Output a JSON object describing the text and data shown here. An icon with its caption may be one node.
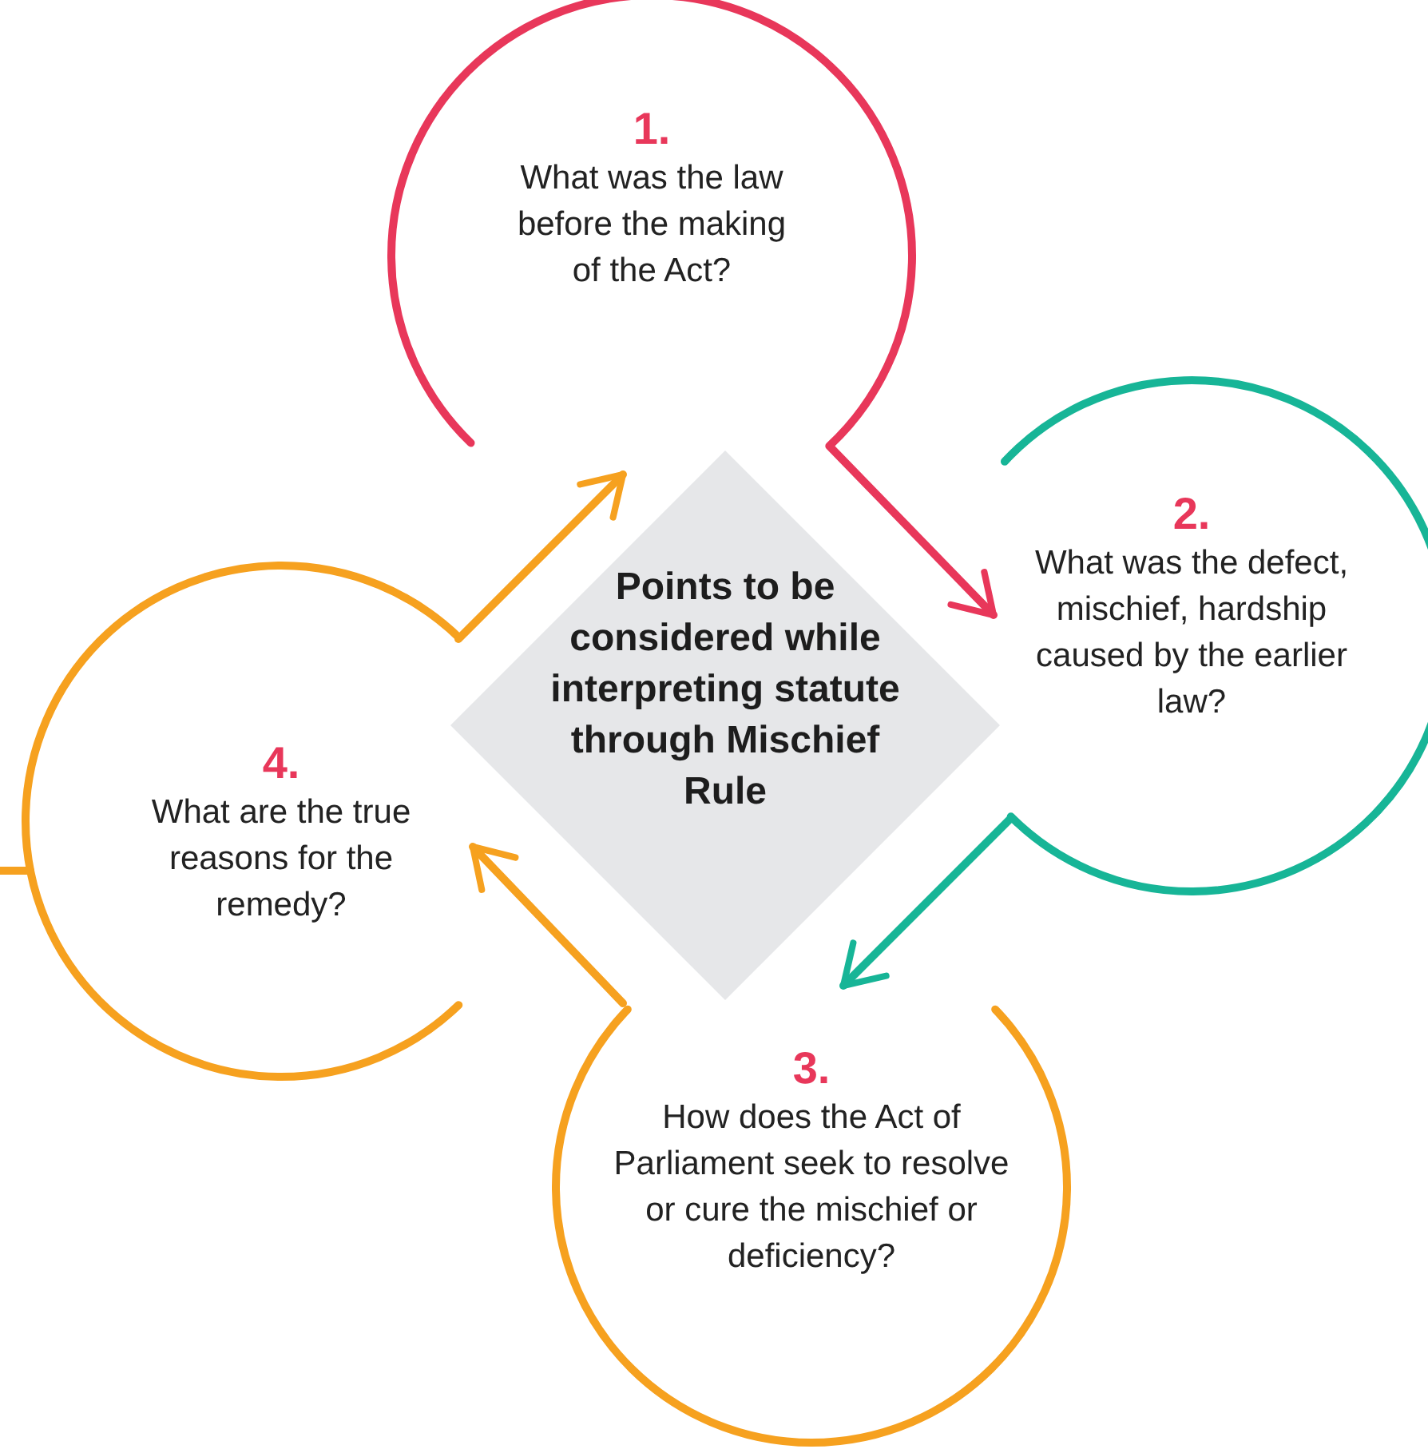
{
  "diagram": {
    "nodes": [
      {
        "text": [
          "Points to be considered while interpreting statute through Mischief Rule"
        ]
      },
      {
        "text": [
          "1.",
          "What was the law before the making of the Act?"
        ]
      },
      {
        "text": [
          "2.",
          "What was the defect, mischief, hardship caused by the earlier law?"
        ]
      },
      {
        "text": [
          "3.",
          "How does the Act of Parliament seek to resolve or cure the mischief or deficiency?"
        ]
      },
      {
        "text": [
          "4.",
          "What are the true reasons for the remedy?"
        ]
      }
    ],
    "edges": [
      {
        "from": 1,
        "to": 2,
        "arrow": "to",
        "color": "#e8375a"
      },
      {
        "from": 2,
        "to": 3,
        "arrow": "to",
        "color": "#17b597"
      },
      {
        "from": 3,
        "to": 4,
        "arrow": "to"
      },
      {
        "from": 4,
        "to": 1,
        "arrow": "to"
      },
      {
        "from": 4,
        "to": null,
        "arrow": "none"
      }
    ]
  }
}
